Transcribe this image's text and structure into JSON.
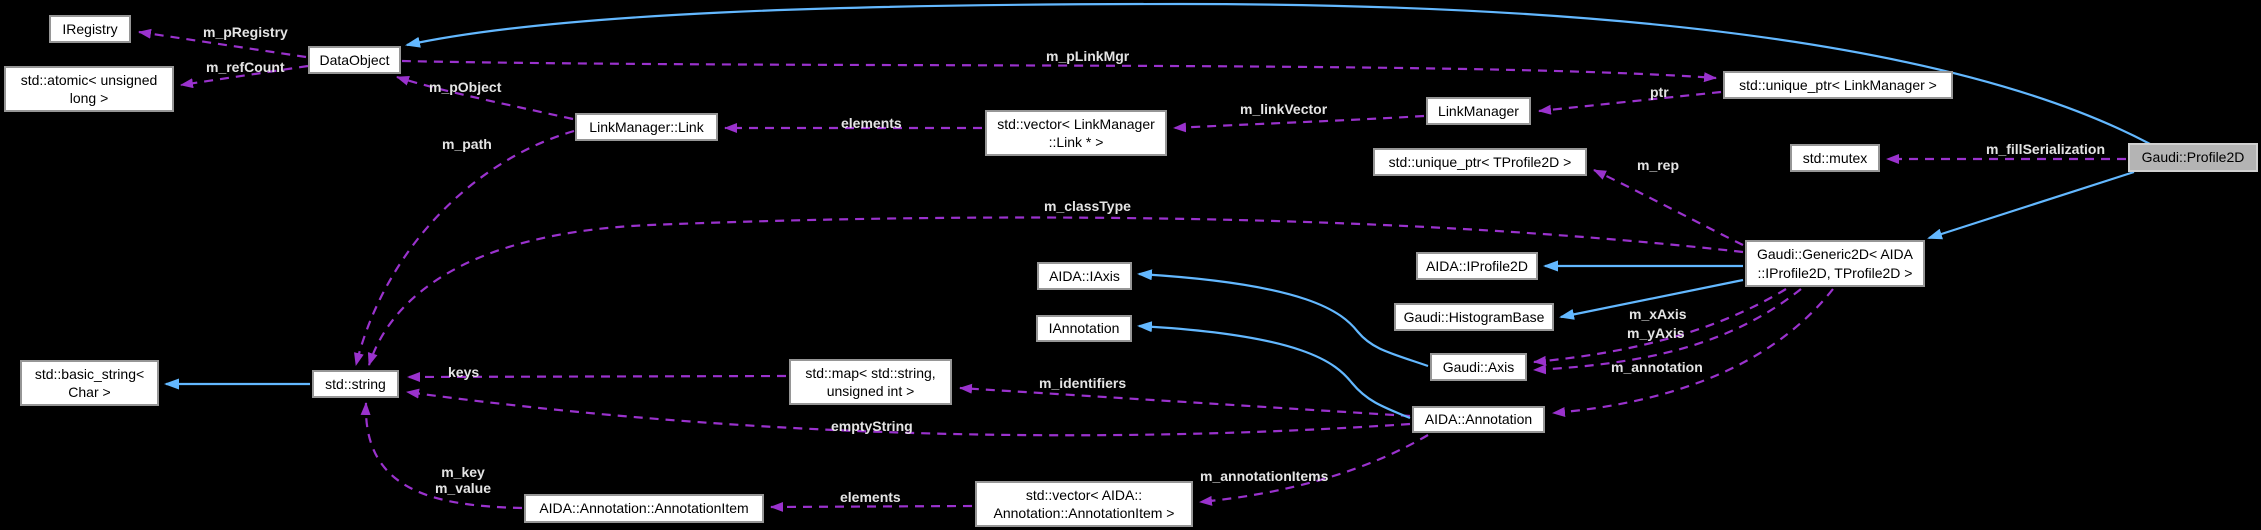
{
  "diagram": {
    "colors": {
      "background": "#000000",
      "node_fill": "#ffffff",
      "node_border": "#969696",
      "highlight_fill": "#b4b4b4",
      "inheritance_edge": "#63b8ff",
      "member_edge": "#9a32cd",
      "edge_label_text": "#e4e4e4",
      "node_text": "#000000"
    },
    "nodes": [
      {
        "label": "IRegistry"
      },
      {
        "label": "std::atomic< unsigned\nlong >"
      },
      {
        "label": "DataObject"
      },
      {
        "label": "LinkManager::Link"
      },
      {
        "label": "std::vector< LinkManager\n::Link * >"
      },
      {
        "label": "LinkManager"
      },
      {
        "label": "std::unique_ptr< LinkManager >"
      },
      {
        "label": "std::mutex"
      },
      {
        "label": "Gaudi::Profile2D",
        "highlighted": true
      },
      {
        "label": "std::unique_ptr< TProfile2D >"
      },
      {
        "label": "AIDA::IProfile2D"
      },
      {
        "label": "Gaudi::Generic2D< AIDA\n::IProfile2D, TProfile2D >"
      },
      {
        "label": "Gaudi::HistogramBase"
      },
      {
        "label": "AIDA::IAxis"
      },
      {
        "label": "IAnnotation"
      },
      {
        "label": "Gaudi::Axis"
      },
      {
        "label": "AIDA::Annotation"
      },
      {
        "label": "std::basic_string<\nChar >"
      },
      {
        "label": "std::string"
      },
      {
        "label": "std::map< std::string,\nunsigned int >"
      },
      {
        "label": "AIDA::Annotation::AnnotationItem"
      },
      {
        "label": "std::vector< AIDA::\nAnnotation::AnnotationItem >"
      }
    ],
    "edges": [
      {
        "from": "DataObject",
        "to": "IRegistry",
        "label": "m_pRegistry",
        "kind": "member"
      },
      {
        "from": "DataObject",
        "to": "std::atomic< unsigned long >",
        "label": "m_refCount",
        "kind": "member"
      },
      {
        "from": "DataObject",
        "to": "std::unique_ptr< LinkManager >",
        "label": "m_pLinkMgr",
        "kind": "member"
      },
      {
        "from": "LinkManager::Link",
        "to": "DataObject",
        "label": "m_pObject",
        "kind": "member"
      },
      {
        "from": "LinkManager::Link",
        "to": "std::string",
        "label": "m_path",
        "kind": "member"
      },
      {
        "from": "std::vector< LinkManager::Link * >",
        "to": "LinkManager::Link",
        "label": "elements",
        "kind": "member"
      },
      {
        "from": "LinkManager",
        "to": "std::vector< LinkManager::Link * >",
        "label": "m_linkVector",
        "kind": "member"
      },
      {
        "from": "std::unique_ptr< LinkManager >",
        "to": "LinkManager",
        "label": "ptr",
        "kind": "member"
      },
      {
        "from": "Gaudi::Profile2D",
        "to": "std::mutex",
        "label": "m_fillSerialization",
        "kind": "member"
      },
      {
        "from": "Gaudi::Generic2D< AIDA::IProfile2D, TProfile2D >",
        "to": "std::unique_ptr< TProfile2D >",
        "label": "m_rep",
        "kind": "member"
      },
      {
        "from": "Gaudi::Generic2D< AIDA::IProfile2D, TProfile2D >",
        "to": "std::string",
        "label": "m_classType",
        "kind": "member"
      },
      {
        "from": "Gaudi::Generic2D< AIDA::IProfile2D, TProfile2D >",
        "to": "Gaudi::Axis",
        "label": "m_xAxis",
        "kind": "member"
      },
      {
        "from": "Gaudi::Generic2D< AIDA::IProfile2D, TProfile2D >",
        "to": "Gaudi::Axis",
        "label": "m_yAxis",
        "kind": "member"
      },
      {
        "from": "Gaudi::Generic2D< AIDA::IProfile2D, TProfile2D >",
        "to": "AIDA::Annotation",
        "label": "m_annotation",
        "kind": "member"
      },
      {
        "from": "std::map< std::string, unsigned int >",
        "to": "std::string",
        "label": "keys",
        "kind": "member"
      },
      {
        "from": "AIDA::Annotation",
        "to": "std::map< std::string, unsigned int >",
        "label": "m_identifiers",
        "kind": "member"
      },
      {
        "from": "AIDA::Annotation",
        "to": "std::string",
        "label": "emptyString",
        "kind": "member"
      },
      {
        "from": "AIDA::Annotation::AnnotationItem",
        "to": "std::string",
        "label": "m_key\nm_value",
        "kind": "member"
      },
      {
        "from": "std::vector< AIDA::Annotation::AnnotationItem >",
        "to": "AIDA::Annotation::AnnotationItem",
        "label": "elements",
        "kind": "member"
      },
      {
        "from": "AIDA::Annotation",
        "to": "std::vector< AIDA::Annotation::AnnotationItem >",
        "label": "m_annotationItems",
        "kind": "member"
      },
      {
        "from": "Gaudi::Profile2D",
        "to": "DataObject",
        "label": "",
        "kind": "inheritance"
      },
      {
        "from": "Gaudi::Profile2D",
        "to": "Gaudi::Generic2D< AIDA::IProfile2D, TProfile2D >",
        "label": "",
        "kind": "inheritance"
      },
      {
        "from": "Gaudi::Generic2D< AIDA::IProfile2D, TProfile2D >",
        "to": "AIDA::IProfile2D",
        "label": "",
        "kind": "inheritance"
      },
      {
        "from": "Gaudi::Generic2D< AIDA::IProfile2D, TProfile2D >",
        "to": "Gaudi::HistogramBase",
        "label": "",
        "kind": "inheritance"
      },
      {
        "from": "Gaudi::Axis",
        "to": "AIDA::IAxis",
        "label": "",
        "kind": "inheritance"
      },
      {
        "from": "AIDA::Annotation",
        "to": "IAnnotation",
        "label": "",
        "kind": "inheritance"
      },
      {
        "from": "std::string",
        "to": "std::basic_string< Char >",
        "label": "",
        "kind": "inheritance"
      }
    ]
  }
}
